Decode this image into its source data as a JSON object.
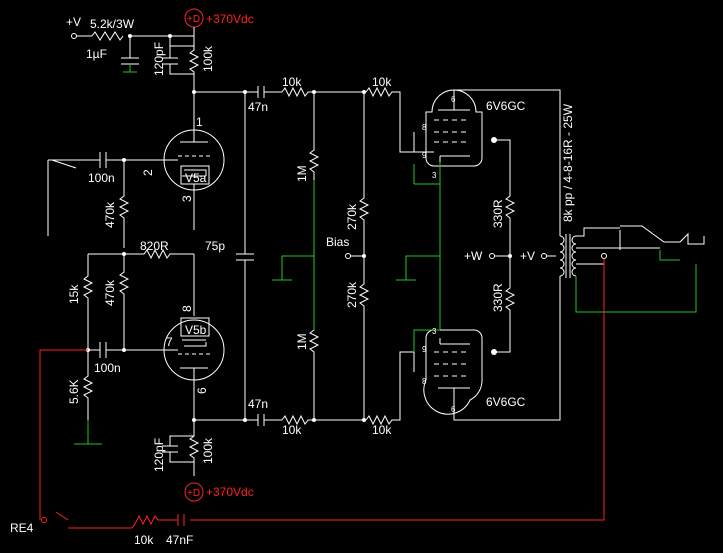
{
  "labels": {
    "vplus": "+V",
    "r_supply": "5.2k/3W",
    "c_1uf": "1µF",
    "hv_top": "+370Vdc",
    "hv_bottom": "+370Vdc",
    "c_120pf_top": "120pF",
    "r_100k_top": "100k",
    "c_120pf_bottom": "120pF",
    "r_100k_bottom": "100k",
    "c_47n_top": "47n",
    "c_47n_bottom": "47n",
    "r_10k_top_a": "10k",
    "r_10k_top_b": "10k",
    "r_10k_bot_a": "10k",
    "r_10k_bot_b": "10k",
    "r_1m_top": "1M",
    "r_1m_bot": "1M",
    "r_270k_top": "270k",
    "r_270k_bot": "270k",
    "bias": "Bias",
    "tube_v5a": "V5a",
    "tube_v5b": "V5b",
    "pin_1": "1",
    "pin_2": "2",
    "pin_3": "3",
    "pin_8": "8",
    "pin_7": "7",
    "pin_6": "6",
    "c_100n_top": "100n",
    "c_100n_bot": "100n",
    "r_470k_top": "470k",
    "r_470k_bot": "470k",
    "r_820r": "820R",
    "c_75p": "75p",
    "r_15k": "15k",
    "r_5k6": "5.6K",
    "tube_6v6_top": "6V6GC",
    "tube_6v6_bot": "6V6GC",
    "p6_top": "6",
    "p8_top": "8",
    "p9_top": "9",
    "p3_top": "3",
    "p3_bot": "3",
    "p9_bot": "9",
    "p8_bot": "8",
    "p6_bot": "6",
    "r_330r_top": "330R",
    "r_330r_bot": "330R",
    "plus_w": "+W",
    "plus_v": "+V",
    "transformer": "8k pp / 4-8-16R - 25W",
    "re4": "RE4",
    "r_10k_fb": "10k",
    "c_47nf_fb": "47nF"
  },
  "colors": {
    "wire": "#ffffff",
    "ground": "#22c422",
    "supply": "#ff2222",
    "background": "#000000"
  }
}
